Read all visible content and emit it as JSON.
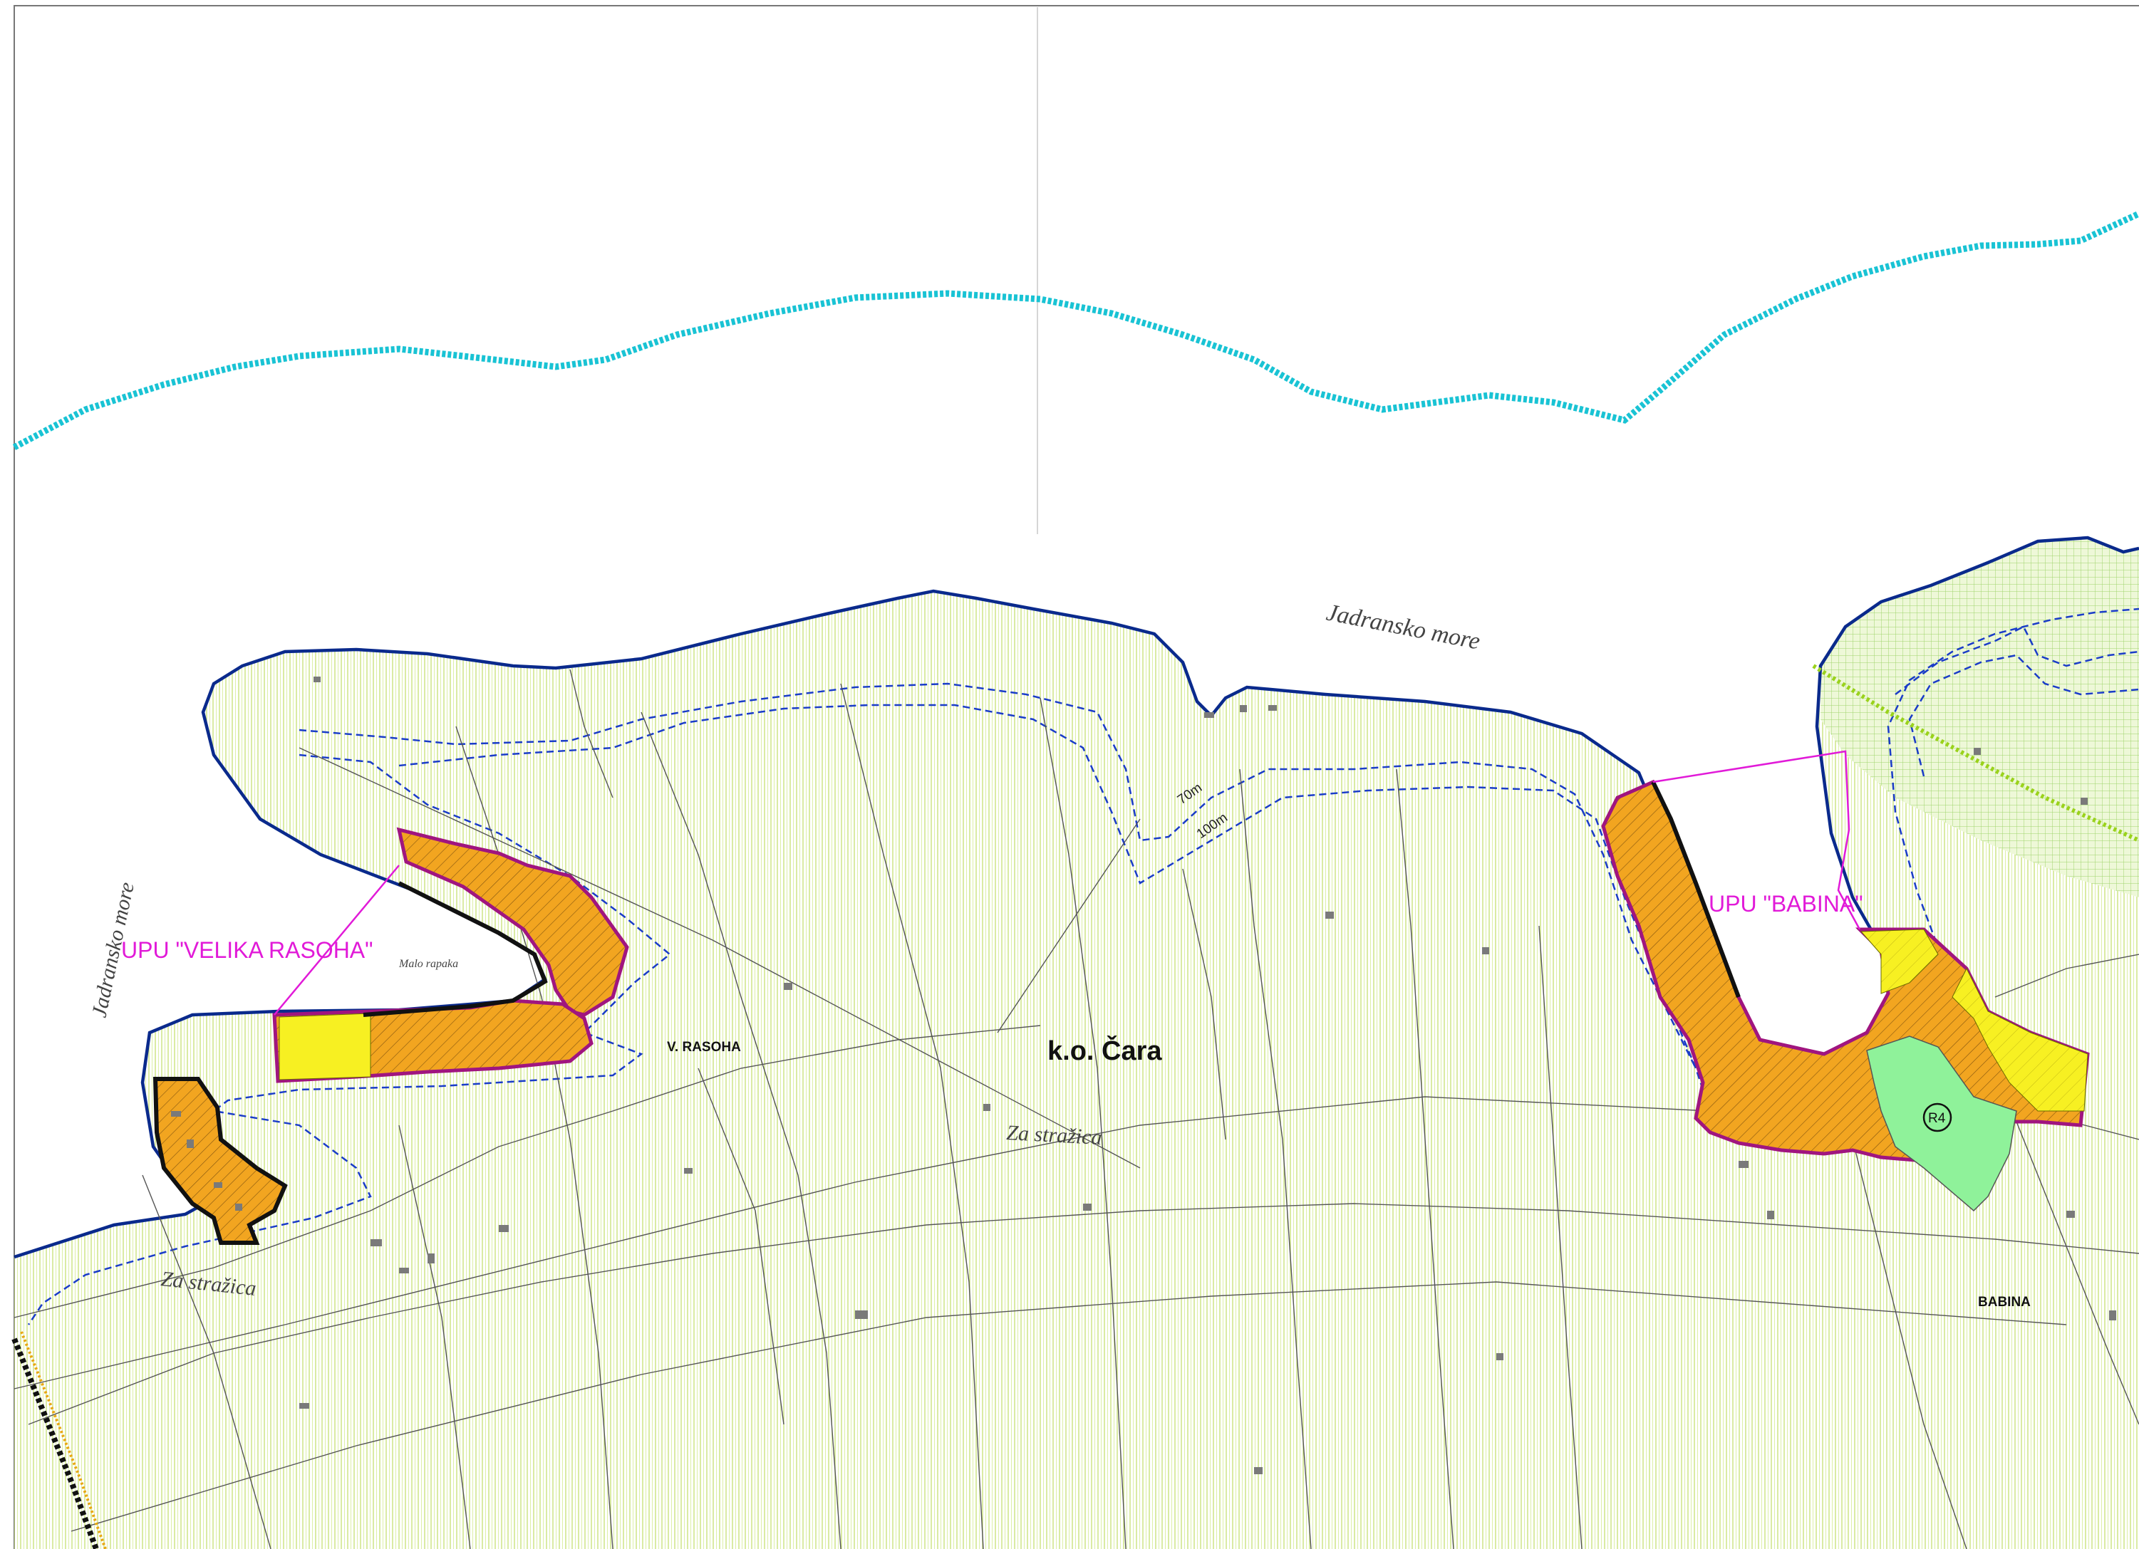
{
  "map": {
    "cadastral_label": "k.o. Čara",
    "sea_labels": {
      "north": "Jadransko more",
      "west": "Jadransko more"
    },
    "upu_labels": {
      "velika_rasoha": "UPU \"VELIKA RASOHA\"",
      "babina": "UPU \"BABINA\""
    },
    "settlement_labels": {
      "v_rasoha": "V. RASOHA",
      "babina": "BABINA"
    },
    "place_labels": {
      "za_strazica_center": "Za stražica",
      "za_strazica_west": "Za stražica",
      "malo_rapaka": "Malo rapaka"
    },
    "distance_labels": {
      "d70": "70m",
      "d100": "100m"
    },
    "zone_marker": "R4",
    "colors": {
      "coast_line": "#0a2a8c",
      "offshore_boundary": "#19c3d4",
      "protection_line": "#1a3cc8",
      "upu_line": "#e11ad8",
      "land_hatch": "#cfe88a",
      "built_zone": "#f2a520",
      "development_zone": "#f7f022",
      "recreation_zone": "#8ff29a",
      "zone_border": "#a0157f",
      "sea_zone_grid": "#9fd36a",
      "dotted_green": "#9ad21c",
      "parcel_line": "#555555"
    }
  }
}
